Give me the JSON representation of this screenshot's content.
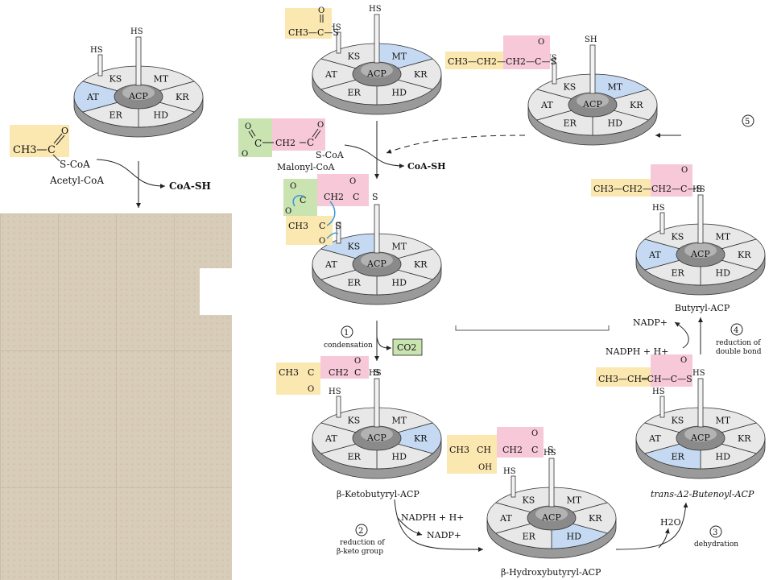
{
  "domain": "Diagram",
  "colors": {
    "yellow": "#fbe7b0",
    "pink": "#f7c8d8",
    "green": "#c9e3b1",
    "blue": "#c5daf2",
    "segment": "#e8e8e8",
    "core": "#8a8a8a"
  },
  "enzyme_segments": [
    "KS",
    "MT",
    "KR",
    "HD",
    "ER",
    "AT"
  ],
  "core_label": "ACP",
  "group_HS": "HS",
  "group_SH": "SH",
  "acetyl_coa": {
    "ch3": "CH3",
    "c": "C",
    "o": "O",
    "scoa": "S-CoA",
    "name": "Acetyl-CoA"
  },
  "coa_sh": "CoA-SH",
  "top_center_group": {
    "formula": "CH3—C—S",
    "o": "O"
  },
  "malonyl": {
    "o_top": "O",
    "c": "C",
    "o_minus": "O",
    "ch2": "CH2",
    "c2": "C",
    "o2": "O",
    "scoa": "S-CoA",
    "name": "Malonyl-CoA"
  },
  "loaded": {
    "ch2": "CH2",
    "c": "C",
    "s": "S",
    "o": "O",
    "ch3": "CH3",
    "c2": "C",
    "s2": "S",
    "o2": "O",
    "c3": "C",
    "o3": "O",
    "o_minus": "O"
  },
  "step1": {
    "num": "1",
    "label": "condensation",
    "co2": "CO2"
  },
  "ketobutyryl": {
    "ch3": "CH3",
    "c": "C",
    "o": "O",
    "ch2": "CH2",
    "c2": "C",
    "o2": "O",
    "s": "S",
    "name": "β-Ketobutyryl-ACP"
  },
  "step2": {
    "num": "2",
    "label1": "reduction of",
    "label2": "β-keto group",
    "nadph": "NADPH + H+",
    "nadp": "NADP+"
  },
  "hydroxybutyryl": {
    "ch3": "CH3",
    "ch": "CH",
    "oh": "OH",
    "ch2": "CH2",
    "c": "C",
    "o": "O",
    "s": "S",
    "name": "β-Hydroxybutyryl-ACP"
  },
  "step3": {
    "num": "3",
    "label": "dehydration",
    "h2o": "H2O"
  },
  "butenoyl": {
    "formula": "CH3—CH═CH—C—S",
    "o": "O",
    "name": "trans-Δ2-Butenoyl-ACP"
  },
  "step4": {
    "num": "4",
    "label1": "reduction of",
    "label2": "double bond",
    "nadph": "NADPH + H+",
    "nadp": "NADP+"
  },
  "butyryl": {
    "formula": "CH3—CH2—CH2—C—S",
    "o": "O",
    "name": "Butyryl-ACP"
  },
  "step5": {
    "num": "5"
  },
  "top_right_group": {
    "formula": "CH3—CH2—CH2—C—S",
    "o": "O"
  }
}
